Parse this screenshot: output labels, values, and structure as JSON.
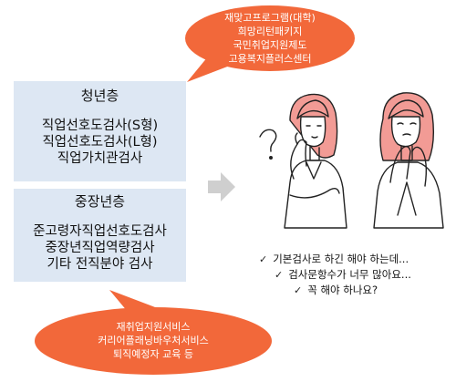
{
  "top_bubble": {
    "lines": [
      "재맞고프로그램(대학)",
      "희망리턴패키지",
      "국민취업지원제도",
      "고용복지플러스센터"
    ]
  },
  "youth_box": {
    "title": "청년층",
    "items": [
      "직업선호도검사(S형)",
      "직업선호도검사(L형)",
      "직업가치관검사"
    ]
  },
  "mid_box": {
    "title": "중장년층",
    "items": [
      "준고령자직업선호도검사",
      "중장년직업역량검사",
      "기타 전직분야 검사"
    ]
  },
  "bottom_bubble": {
    "lines": [
      "재취업지원서비스",
      "커리어플래닝바우처서비스",
      "퇴직예정자 교육 등"
    ]
  },
  "checklist": [
    "기본검사로 하긴 해야 하는데...",
    "검사문항수가 너무 많아요...",
    "꼭 해야 하나요?"
  ],
  "colors": {
    "bubble": "#f2683a",
    "box": "#dde7f3",
    "hair": "#f29b95",
    "arrow": "#cfcfcf"
  }
}
